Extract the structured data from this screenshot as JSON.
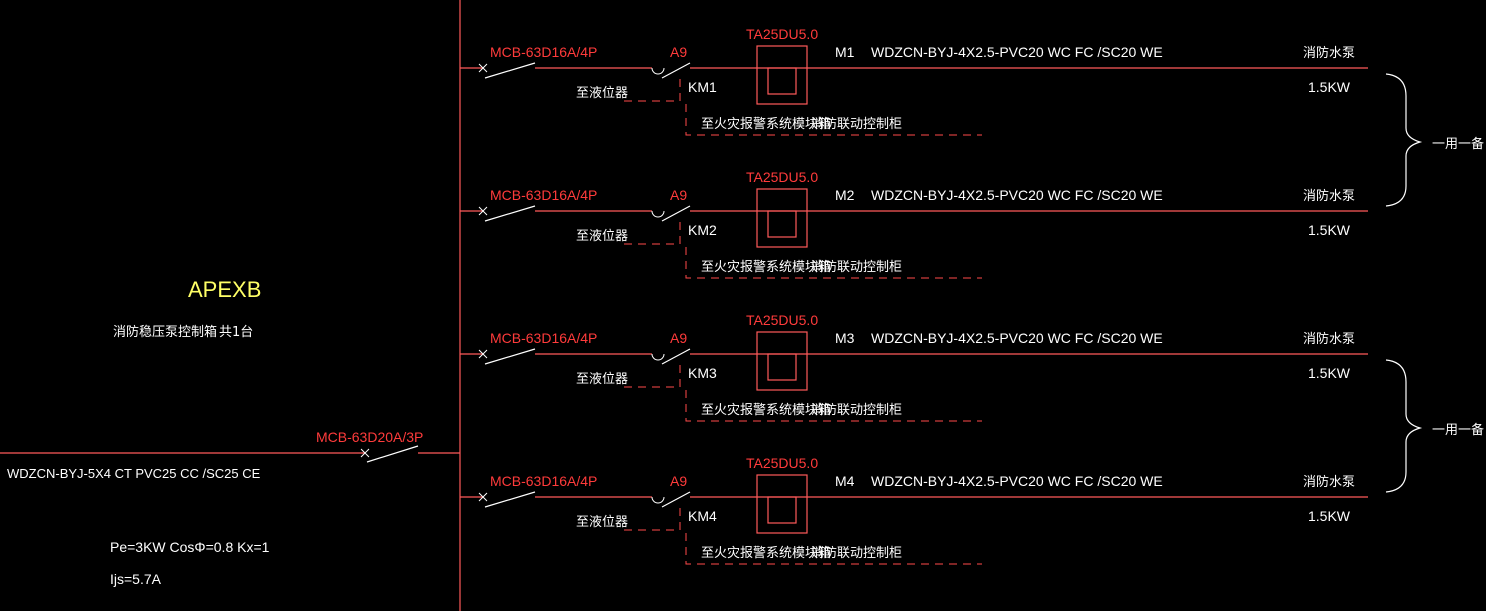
{
  "colors": {
    "background": "#000000",
    "line_red": "#ff5a5a",
    "line_white": "#ffffff",
    "label_red": "#ff3b3b",
    "label_yellow": "#ffff66",
    "dash_red": "#ff4a4a"
  },
  "panel": {
    "name": "APEXB",
    "description": "消防稳压泵控制箱",
    "count": "共1台",
    "incoming_breaker": "MCB-63D20A/3P",
    "incoming_cable": "WDZCN-BYJ-5X4 CT PVC25 CC /SC25 CE",
    "power_params": "Pe=3KW CosΦ=0.8 Kx=1",
    "current": "Ijs=5.7A"
  },
  "circuits": [
    {
      "breaker": "MCB-63D16A/4P",
      "contactor_type": "A9",
      "contactor_id": "KM1",
      "overload": "TA25DU5.0",
      "circuit_id": "M1",
      "cable": "WDZCN-BYJ-4X2.5-PVC20 WC FC /SC20 WE",
      "load_name": "消防水泵",
      "load_power": "1.5KW",
      "level_note": "至液位器",
      "control_note": "至火灾报警系统模块箱",
      "linkage_note": "消防联动控制柜"
    },
    {
      "breaker": "MCB-63D16A/4P",
      "contactor_type": "A9",
      "contactor_id": "KM2",
      "overload": "TA25DU5.0",
      "circuit_id": "M2",
      "cable": "WDZCN-BYJ-4X2.5-PVC20 WC FC /SC20 WE",
      "load_name": "消防水泵",
      "load_power": "1.5KW",
      "level_note": "至液位器",
      "control_note": "至火灾报警系统模块箱",
      "linkage_note": "消防联动控制柜"
    },
    {
      "breaker": "MCB-63D16A/4P",
      "contactor_type": "A9",
      "contactor_id": "KM3",
      "overload": "TA25DU5.0",
      "circuit_id": "M3",
      "cable": "WDZCN-BYJ-4X2.5-PVC20 WC FC /SC20 WE",
      "load_name": "消防水泵",
      "load_power": "1.5KW",
      "level_note": "至液位器",
      "control_note": "至火灾报警系统模块箱",
      "linkage_note": "消防联动控制柜"
    },
    {
      "breaker": "MCB-63D16A/4P",
      "contactor_type": "A9",
      "contactor_id": "KM4",
      "overload": "TA25DU5.0",
      "circuit_id": "M4",
      "cable": "WDZCN-BYJ-4X2.5-PVC20 WC FC /SC20 WE",
      "load_name": "消防水泵",
      "load_power": "1.5KW",
      "level_note": "至液位器",
      "control_note": "至火灾报警系统模块箱",
      "linkage_note": "消防联动控制柜"
    }
  ],
  "groups": [
    {
      "label": "一用一备"
    },
    {
      "label": "一用一备"
    }
  ]
}
